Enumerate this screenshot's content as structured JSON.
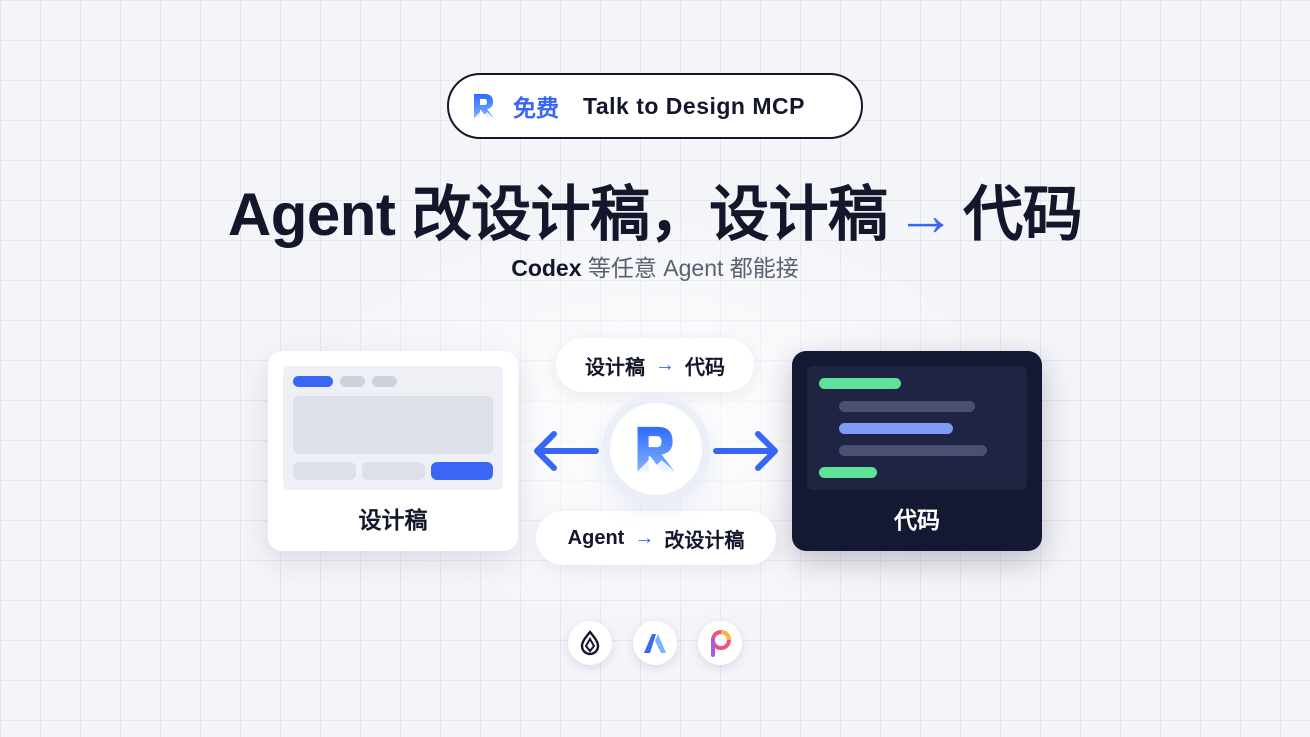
{
  "badge": {
    "free_label": "免费",
    "product_label": "Talk to Design MCP"
  },
  "headline": {
    "part1": "Agent 改设计稿，设计稿",
    "arrow": "→",
    "part2": "代码"
  },
  "subline": {
    "bold": "Codex",
    "rest": " 等任意 Agent 都能接"
  },
  "cards": {
    "design_label": "设计稿",
    "code_label": "代码"
  },
  "flows": {
    "top_from": "设计稿",
    "top_arrow": "→",
    "top_to": "代码",
    "bottom_from": "Agent",
    "bottom_arrow": "→",
    "bottom_to": "改设计稿"
  },
  "icons": {
    "logo": "r-logo-icon",
    "tools": [
      "tool-drop-icon",
      "tool-a-icon",
      "tool-p-icon"
    ]
  },
  "colors": {
    "accent": "#3a66f5",
    "dark": "#14172b",
    "code_green": "#5fe39a",
    "code_blue": "#7d9cf5"
  }
}
